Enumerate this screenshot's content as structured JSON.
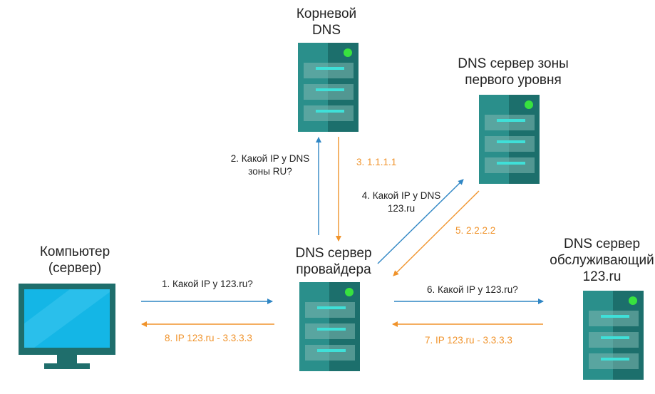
{
  "nodes": {
    "root": {
      "label": "Корневой\nDNS"
    },
    "tld": {
      "label": "DNS сервер зоны\nпервого уровня"
    },
    "provider": {
      "label": "DNS сервер\nпровайдера"
    },
    "authoritative": {
      "label": "DNS сервер\nобслуживающий\n123.ru"
    },
    "computer": {
      "label": "Компьютер\n(сервер)"
    }
  },
  "messages": {
    "m1": "1. Какой IP у 123.ru?",
    "m2": "2. Какой IP у DNS\nзоны RU?",
    "m3": "3. 1.1.1.1",
    "m4": "4. Какой IP у DNS\n123.ru",
    "m5": "5. 2.2.2.2",
    "m6": "6. Какой IP у 123.ru?",
    "m7": "7.  IP 123.ru - 3.3.3.3",
    "m8": "8. IP 123.ru - 3.3.3.3"
  },
  "colors": {
    "request_arrow": "#2f86c4",
    "response_arrow": "#f0932b",
    "server_dark": "#1c6f6c",
    "server_light": "#2a8f8b",
    "server_led": "#38e23f",
    "screen": "#14b6e6",
    "monitor_frame": "#1f6e6c"
  }
}
